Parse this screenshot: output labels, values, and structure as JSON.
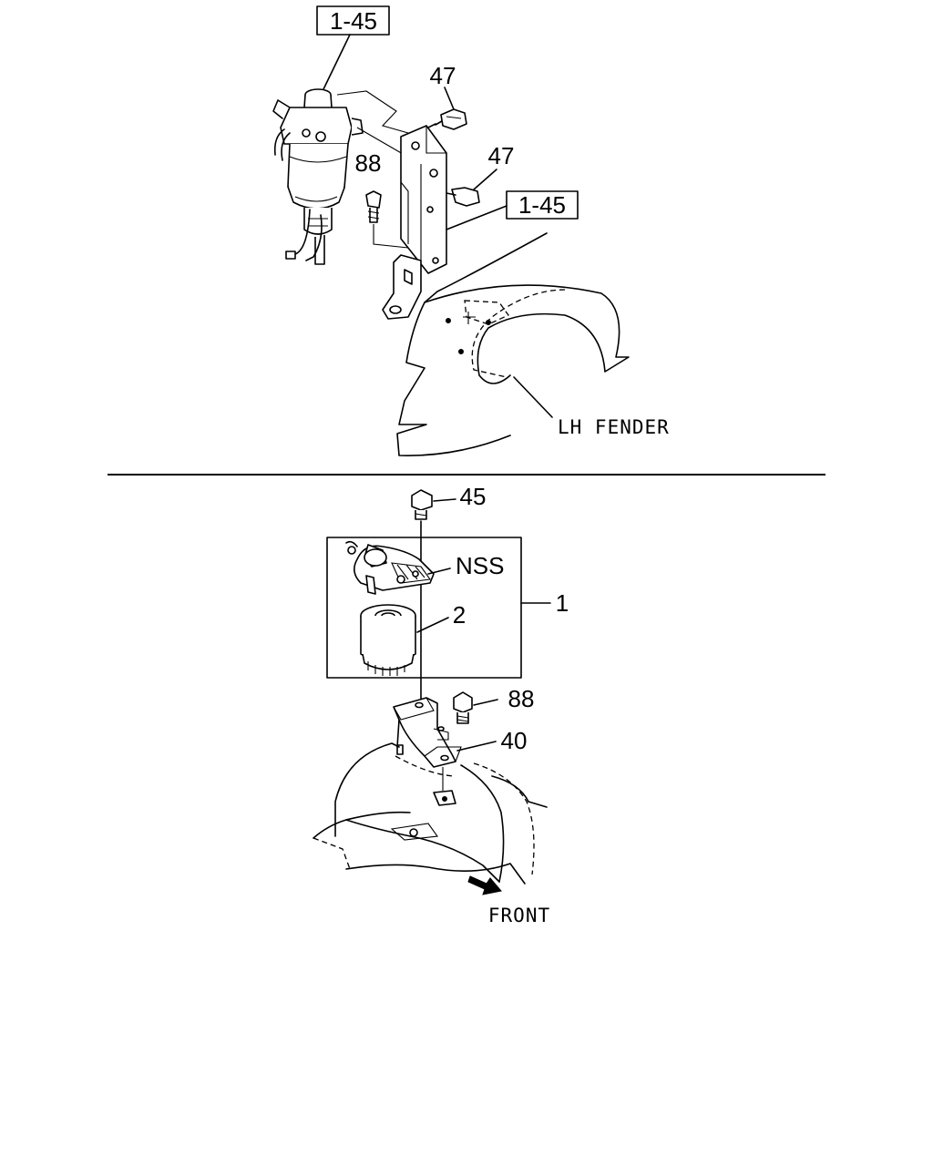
{
  "upper": {
    "ref_top": "1-45",
    "ref_right": "1-45",
    "bolt_a": "47",
    "bolt_b": "47",
    "bolt_c": "88",
    "fender": "LH FENDER"
  },
  "lower": {
    "bolt_top": "45",
    "nss": "NSS",
    "filter": "2",
    "assembly": "1",
    "bolt_side": "88",
    "bracket": "40",
    "front": "FRONT"
  }
}
